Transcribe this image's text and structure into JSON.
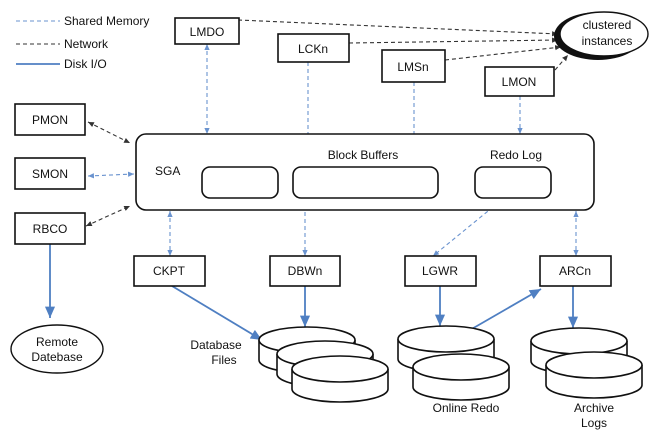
{
  "legend": {
    "shared_memory": "Shared Memory",
    "network": "Network",
    "disk_io": "Disk I/O"
  },
  "processes": {
    "lmdo": "LMDO",
    "lckn": "LCKn",
    "lmsn": "LMSn",
    "lmon": "LMON",
    "pmon": "PMON",
    "smon": "SMON",
    "rbco": "RBCO",
    "ckpt": "CKPT",
    "dbwn": "DBWn",
    "lgwr": "LGWR",
    "arcn": "ARCn"
  },
  "sga": {
    "title": "SGA",
    "block_buffers": "Block Buffers",
    "redo_log": "Redo Log"
  },
  "clustered_instances": {
    "line1": "clustered",
    "line2": "instances"
  },
  "remote_database": {
    "line1": "Remote",
    "line2": "Datebase"
  },
  "storage": {
    "database_files_line1": "Database",
    "database_files_line2": "Files",
    "online_redo": "Online Redo",
    "archive_logs_line1": "Archive",
    "archive_logs_line2": "Logs"
  },
  "colors": {
    "shared_memory_line": "#6a93cf",
    "network_line": "#333333",
    "disk_io_line": "#4f7fc2"
  }
}
